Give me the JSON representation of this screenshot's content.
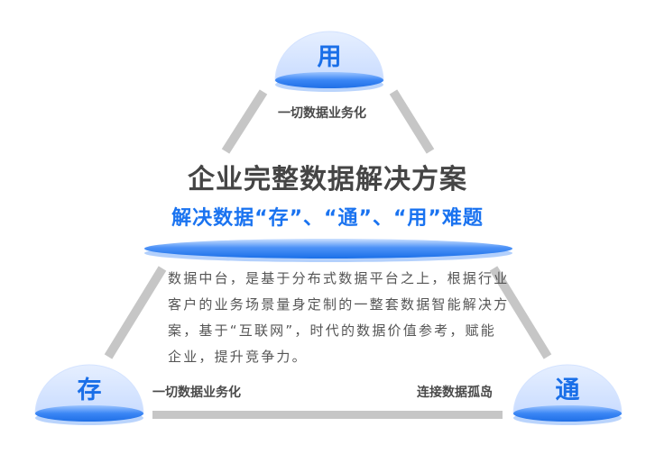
{
  "colors": {
    "accent_blue": "#1a73f0",
    "title_gray": "#454545",
    "body_gray": "#555555",
    "line_gray": "#c6c6c6",
    "dome_light": "#dbe8ff",
    "dome_base": "#2b7cf2"
  },
  "diagram": {
    "title": "企业完整数据解决方案",
    "subtitle": "解决数据“存”、“通”、“用”难题",
    "description_lines": [
      "数据中台，是基于分布式数据平台之上，根据行业",
      "客户的业务场景量身定制的一整套数据智能解决方",
      "案，基于“互联网”，时代的数据价值参考，赋能",
      "企业，提升竞争力。"
    ],
    "nodes": {
      "top": {
        "glyph": "用",
        "label": "一切数据业务化"
      },
      "bottom_left": {
        "glyph": "存",
        "label": "一切数据业务化"
      },
      "bottom_right": {
        "glyph": "通",
        "label": "连接数据孤岛"
      }
    }
  }
}
